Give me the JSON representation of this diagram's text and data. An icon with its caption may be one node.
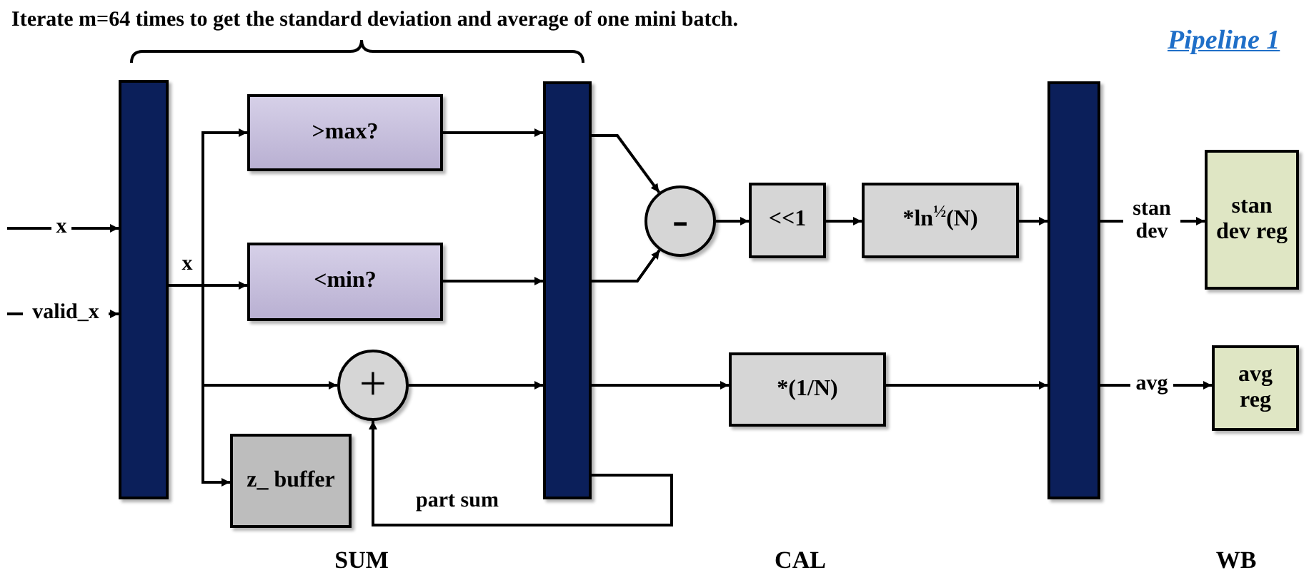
{
  "diagram": {
    "title": "Iterate m=64 times to get the standard deviation and average of one mini batch.",
    "nodes": [
      {
        "text": [],
        "shape": "bar"
      },
      {
        "text": [
          ">max?"
        ]
      },
      {
        "text": [
          "<min?"
        ]
      },
      {
        "text": [
          "+"
        ]
      },
      {
        "text": [
          "z_ buffer"
        ]
      },
      {
        "text": [],
        "shape": "bar"
      },
      {
        "text": [
          "-"
        ]
      },
      {
        "text": [
          "<<1"
        ]
      },
      {
        "text": [
          "*ln$^{½}$(N)"
        ]
      },
      {
        "text": [
          "*(1/N)"
        ]
      },
      {
        "text": [],
        "shape": "bar"
      },
      {
        "text": [
          "stan dev reg"
        ]
      },
      {
        "text": [
          "avg reg"
        ]
      }
    ],
    "edges": [
      {
        "from": null,
        "to": 0,
        "arrow": "to",
        "label": "x"
      },
      {
        "from": null,
        "to": 0,
        "arrow": "to",
        "label": "valid_x"
      },
      {
        "from": 0,
        "to": 1,
        "arrow": "to"
      },
      {
        "from": 0,
        "to": 2,
        "arrow": "to",
        "label": "x"
      },
      {
        "from": 0,
        "to": 3,
        "arrow": "to"
      },
      {
        "from": 0,
        "to": 4,
        "arrow": "to"
      },
      {
        "from": 1,
        "to": 5,
        "arrow": "to"
      },
      {
        "from": 2,
        "to": 5,
        "arrow": "to"
      },
      {
        "from": 3,
        "to": 5,
        "arrow": "to"
      },
      {
        "from": 5,
        "to": 6,
        "arrow": "to"
      },
      {
        "from": 5,
        "to": 6,
        "arrow": "to"
      },
      {
        "from": 5,
        "to": 3,
        "arrow": "to",
        "label": "part sum"
      },
      {
        "from": 6,
        "to": 7,
        "arrow": "to"
      },
      {
        "from": 7,
        "to": 8,
        "arrow": "to"
      },
      {
        "from": 8,
        "to": 10,
        "arrow": "to"
      },
      {
        "from": 5,
        "to": 9,
        "arrow": "to"
      },
      {
        "from": 9,
        "to": 10,
        "arrow": "to"
      },
      {
        "from": 10,
        "to": 11,
        "arrow": "to",
        "label": "stan dev"
      },
      {
        "from": 10,
        "to": 12,
        "arrow": "to",
        "label": "avg"
      }
    ],
    "labels": [
      "Pipeline 1",
      "SUM",
      "CAL",
      "WB"
    ]
  }
}
